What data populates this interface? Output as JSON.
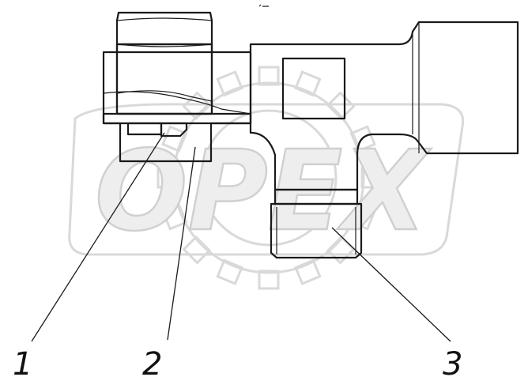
{
  "diagram": {
    "watermark_text": "OPEX",
    "callouts": [
      {
        "id": "1",
        "label": "1"
      },
      {
        "id": "2",
        "label": "2"
      },
      {
        "id": "3",
        "label": "3"
      }
    ],
    "colors": {
      "line": "#1a1a1a",
      "hatch": "#1a1a1a",
      "watermark": "#d9d9d9",
      "background": "#ffffff"
    }
  }
}
